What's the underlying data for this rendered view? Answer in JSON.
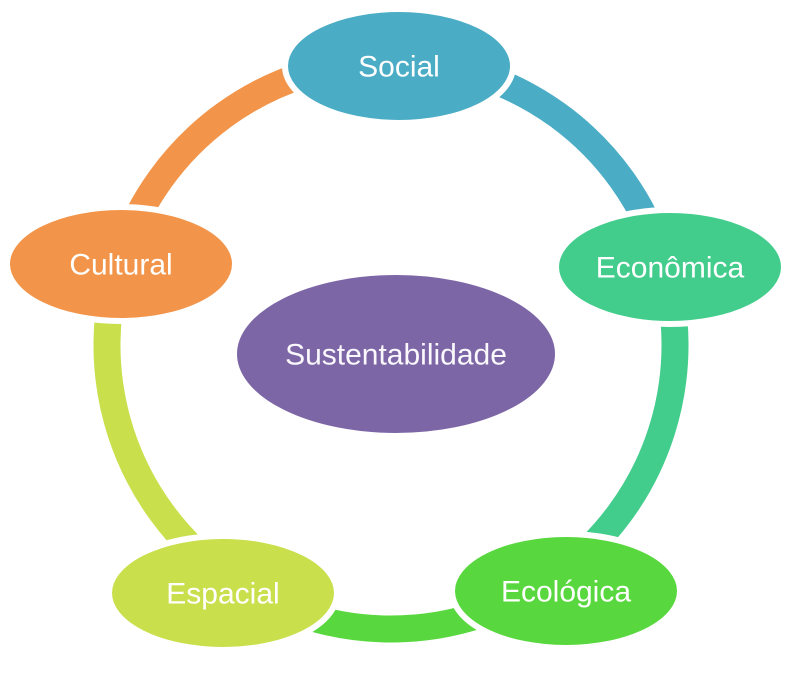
{
  "diagram": {
    "type": "cycle",
    "background": "#ffffff",
    "center_node": {
      "label": "Sustentabilidade",
      "fill": "#7d66a6",
      "text_color": "#faf8fc"
    },
    "nodes": [
      {
        "id": "social",
        "label": "Social",
        "fill": "#4aacc5"
      },
      {
        "id": "economica",
        "label": "Econômica",
        "fill": "#43cd8c"
      },
      {
        "id": "ecologica",
        "label": "Ecológica",
        "fill": "#58d83e"
      },
      {
        "id": "espacial",
        "label": "Espacial",
        "fill": "#c9e04c"
      },
      {
        "id": "cultural",
        "label": "Cultural",
        "fill": "#f2954a"
      }
    ],
    "ring_segments": [
      {
        "from": "social",
        "to": "economica",
        "color": "#4aacc5"
      },
      {
        "from": "economica",
        "to": "ecologica",
        "color": "#43cd8c"
      },
      {
        "from": "ecologica",
        "to": "espacial",
        "color": "#58d83e"
      },
      {
        "from": "espacial",
        "to": "cultural",
        "color": "#c9e04c"
      },
      {
        "from": "cultural",
        "to": "social",
        "color": "#f2954a"
      }
    ]
  }
}
